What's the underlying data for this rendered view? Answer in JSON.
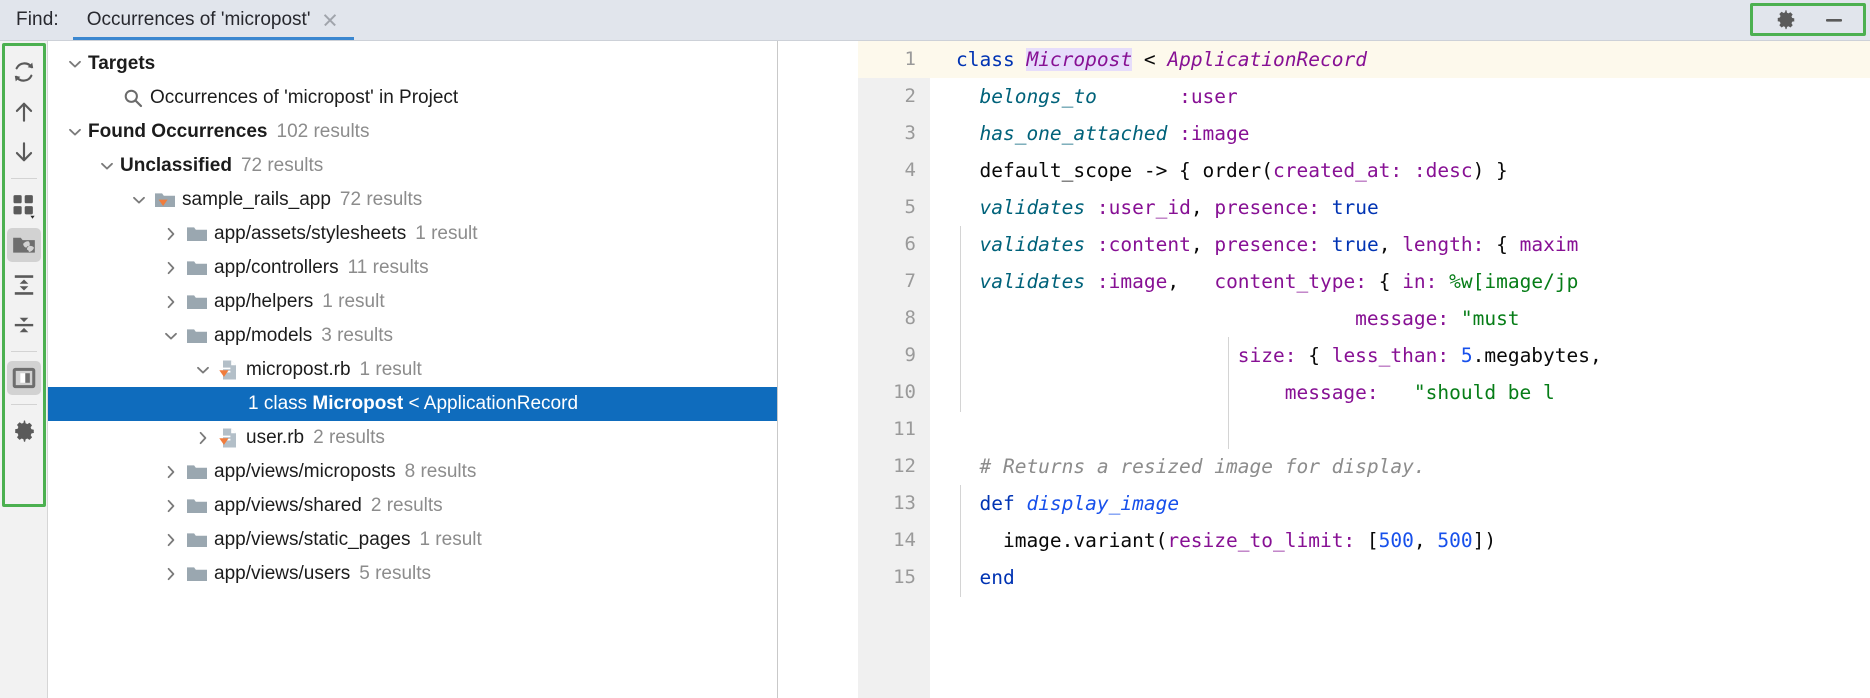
{
  "findbar": {
    "label": "Find:",
    "tab_title": "Occurrences of 'micropost'",
    "close_icon": "close-icon",
    "actions": [
      {
        "name": "settings-gear-button",
        "icon": "gear-icon"
      },
      {
        "name": "minimize-button",
        "icon": "minimize-icon"
      }
    ],
    "highlight_color": "#4cb050",
    "tab_underline_color": "#3b87d0"
  },
  "left_toolbar": {
    "highlight_color": "#4cb050",
    "buttons": [
      {
        "name": "rerun-search-button",
        "icon": "refresh-icon",
        "selected": false
      },
      {
        "name": "previous-occurrence-button",
        "icon": "arrow-up-icon",
        "selected": false
      },
      {
        "name": "next-occurrence-button",
        "icon": "arrow-down-icon",
        "selected": false
      },
      {
        "name": "separator-1",
        "icon": "separator",
        "selected": false
      },
      {
        "name": "group-by-button",
        "icon": "grid-dropdown-icon",
        "selected": false
      },
      {
        "name": "filter-results-button",
        "icon": "folder-filter-icon",
        "selected": true
      },
      {
        "name": "expand-all-button",
        "icon": "expand-all-icon",
        "selected": false
      },
      {
        "name": "collapse-all-button",
        "icon": "collapse-all-icon",
        "selected": false
      },
      {
        "name": "separator-2",
        "icon": "separator",
        "selected": false
      },
      {
        "name": "preview-panel-button",
        "icon": "preview-panel-icon",
        "selected": true
      },
      {
        "name": "separator-3",
        "icon": "separator",
        "selected": false
      },
      {
        "name": "settings-button",
        "icon": "gear-icon",
        "selected": false
      }
    ]
  },
  "results_tree": {
    "selection_color": "#0f6cbd",
    "rows": [
      {
        "name": "tree-node-targets",
        "indent": 0,
        "twisty": "expanded",
        "icon": "none",
        "label": "Targets",
        "bold": true,
        "count": "",
        "selected": false
      },
      {
        "name": "tree-node-occurrences-target",
        "indent": 1,
        "twisty": "none",
        "icon": "search-icon",
        "label": "Occurrences of 'micropost' in Project",
        "bold": false,
        "count": "",
        "selected": false
      },
      {
        "name": "tree-node-found-occurrences",
        "indent": 0,
        "twisty": "expanded",
        "icon": "none",
        "label": "Found Occurrences",
        "bold": true,
        "count": "102 results",
        "selected": false
      },
      {
        "name": "tree-node-unclassified",
        "indent": 1,
        "twisty": "expanded",
        "icon": "none",
        "label": "Unclassified",
        "bold": true,
        "count": "72 results",
        "selected": false
      },
      {
        "name": "tree-node-sample-rails-app",
        "indent": 2,
        "twisty": "expanded",
        "icon": "module-folder-icon",
        "label": "sample_rails_app",
        "bold": false,
        "count": "72 results",
        "selected": false
      },
      {
        "name": "tree-node-app-assets-stylesheets",
        "indent": 3,
        "twisty": "collapsed",
        "icon": "folder-icon",
        "label": "app/assets/stylesheets",
        "bold": false,
        "count": "1 result",
        "selected": false
      },
      {
        "name": "tree-node-app-controllers",
        "indent": 3,
        "twisty": "collapsed",
        "icon": "folder-icon",
        "label": "app/controllers",
        "bold": false,
        "count": "11 results",
        "selected": false
      },
      {
        "name": "tree-node-app-helpers",
        "indent": 3,
        "twisty": "collapsed",
        "icon": "folder-icon",
        "label": "app/helpers",
        "bold": false,
        "count": "1 result",
        "selected": false
      },
      {
        "name": "tree-node-app-models",
        "indent": 3,
        "twisty": "expanded",
        "icon": "folder-icon",
        "label": "app/models",
        "bold": false,
        "count": "3 results",
        "selected": false
      },
      {
        "name": "tree-node-micropost-rb",
        "indent": 4,
        "twisty": "expanded",
        "icon": "ruby-file-icon",
        "label": "micropost.rb",
        "bold": false,
        "count": "1 result",
        "selected": false
      },
      {
        "name": "tree-node-match-micropost-class",
        "indent": 5,
        "twisty": "none",
        "icon": "none",
        "label": "",
        "bold": false,
        "count": "",
        "selected": true,
        "match_prefix": "1 class ",
        "match_term": "Micropost",
        "match_suffix": " < ApplicationRecord"
      },
      {
        "name": "tree-node-user-rb",
        "indent": 4,
        "twisty": "collapsed",
        "icon": "ruby-file-icon",
        "label": "user.rb",
        "bold": false,
        "count": "2 results",
        "selected": false
      },
      {
        "name": "tree-node-app-views-microposts",
        "indent": 3,
        "twisty": "collapsed",
        "icon": "folder-icon",
        "label": "app/views/microposts",
        "bold": false,
        "count": "8 results",
        "selected": false
      },
      {
        "name": "tree-node-app-views-shared",
        "indent": 3,
        "twisty": "collapsed",
        "icon": "folder-icon",
        "label": "app/views/shared",
        "bold": false,
        "count": "2 results",
        "selected": false
      },
      {
        "name": "tree-node-app-views-static-pages",
        "indent": 3,
        "twisty": "collapsed",
        "icon": "folder-icon",
        "label": "app/views/static_pages",
        "bold": false,
        "count": "1 result",
        "selected": false
      },
      {
        "name": "tree-node-app-views-users",
        "indent": 3,
        "twisty": "collapsed",
        "icon": "folder-icon",
        "label": "app/views/users",
        "bold": false,
        "count": "5 results",
        "selected": false
      }
    ]
  },
  "editor_preview": {
    "caret_line": 1,
    "caret_line_bg": "#fdf9ec",
    "match_highlight_color": "#e6ddfb",
    "lines": [
      {
        "n": "1",
        "caret": true,
        "tokens": [
          {
            "t": "class ",
            "c": "tok-kw"
          },
          {
            "t": "Micropost",
            "c": "tok-cls hl-match"
          },
          {
            "t": " < ",
            "c": "tok-ident"
          },
          {
            "t": "ApplicationRecord",
            "c": "tok-cls"
          }
        ]
      },
      {
        "n": "2",
        "caret": false,
        "tokens": [
          {
            "t": "  ",
            "c": "tok-ident"
          },
          {
            "t": "belongs_to",
            "c": "tok-method"
          },
          {
            "t": "       ",
            "c": "tok-ident"
          },
          {
            "t": ":user",
            "c": "tok-sym"
          }
        ]
      },
      {
        "n": "3",
        "caret": false,
        "tokens": [
          {
            "t": "  ",
            "c": "tok-ident"
          },
          {
            "t": "has_one_attached",
            "c": "tok-method"
          },
          {
            "t": " ",
            "c": "tok-ident"
          },
          {
            "t": ":image",
            "c": "tok-sym"
          }
        ]
      },
      {
        "n": "4",
        "caret": false,
        "tokens": [
          {
            "t": "  default_scope -> { order(",
            "c": "tok-ident"
          },
          {
            "t": "created_at:",
            "c": "tok-sym"
          },
          {
            "t": " ",
            "c": "tok-ident"
          },
          {
            "t": ":desc",
            "c": "tok-sym"
          },
          {
            "t": ") }",
            "c": "tok-ident"
          }
        ]
      },
      {
        "n": "5",
        "caret": false,
        "tokens": [
          {
            "t": "  ",
            "c": "tok-ident"
          },
          {
            "t": "validates",
            "c": "tok-method"
          },
          {
            "t": " ",
            "c": "tok-ident"
          },
          {
            "t": ":user_id",
            "c": "tok-sym"
          },
          {
            "t": ", ",
            "c": "tok-ident"
          },
          {
            "t": "presence:",
            "c": "tok-sym"
          },
          {
            "t": " ",
            "c": "tok-ident"
          },
          {
            "t": "true",
            "c": "tok-bool"
          }
        ]
      },
      {
        "n": "6",
        "caret": false,
        "tokens": [
          {
            "t": "  ",
            "c": "tok-ident"
          },
          {
            "t": "validates",
            "c": "tok-method"
          },
          {
            "t": " ",
            "c": "tok-ident"
          },
          {
            "t": ":content",
            "c": "tok-sym"
          },
          {
            "t": ", ",
            "c": "tok-ident"
          },
          {
            "t": "presence:",
            "c": "tok-sym"
          },
          {
            "t": " ",
            "c": "tok-ident"
          },
          {
            "t": "true",
            "c": "tok-bool"
          },
          {
            "t": ", ",
            "c": "tok-ident"
          },
          {
            "t": "length:",
            "c": "tok-sym"
          },
          {
            "t": " { ",
            "c": "tok-ident"
          },
          {
            "t": "maxim",
            "c": "tok-sym"
          }
        ]
      },
      {
        "n": "7",
        "caret": false,
        "tokens": [
          {
            "t": "  ",
            "c": "tok-ident"
          },
          {
            "t": "validates",
            "c": "tok-method"
          },
          {
            "t": " ",
            "c": "tok-ident"
          },
          {
            "t": ":image",
            "c": "tok-sym"
          },
          {
            "t": ",   ",
            "c": "tok-ident"
          },
          {
            "t": "content_type:",
            "c": "tok-sym"
          },
          {
            "t": " { ",
            "c": "tok-ident"
          },
          {
            "t": "in:",
            "c": "tok-sym"
          },
          {
            "t": " ",
            "c": "tok-ident"
          },
          {
            "t": "%w[image/jp",
            "c": "tok-str"
          }
        ]
      },
      {
        "n": "8",
        "caret": false,
        "tokens": [
          {
            "t": "                                  ",
            "c": "tok-ident"
          },
          {
            "t": "message:",
            "c": "tok-sym"
          },
          {
            "t": " ",
            "c": "tok-ident"
          },
          {
            "t": "\"must ",
            "c": "tok-str"
          }
        ]
      },
      {
        "n": "9",
        "caret": false,
        "tokens": [
          {
            "t": "                        ",
            "c": "tok-ident"
          },
          {
            "t": "size:",
            "c": "tok-sym"
          },
          {
            "t": " { ",
            "c": "tok-ident"
          },
          {
            "t": "less_than:",
            "c": "tok-sym"
          },
          {
            "t": " ",
            "c": "tok-ident"
          },
          {
            "t": "5",
            "c": "tok-num"
          },
          {
            "t": ".megabytes,",
            "c": "tok-ident"
          }
        ]
      },
      {
        "n": "10",
        "caret": false,
        "tokens": [
          {
            "t": "                            ",
            "c": "tok-ident"
          },
          {
            "t": "message:",
            "c": "tok-sym"
          },
          {
            "t": "   ",
            "c": "tok-ident"
          },
          {
            "t": "\"should be l",
            "c": "tok-str"
          }
        ]
      },
      {
        "n": "11",
        "caret": false,
        "tokens": [
          {
            "t": "",
            "c": "tok-ident"
          }
        ]
      },
      {
        "n": "12",
        "caret": false,
        "tokens": [
          {
            "t": "  # Returns a resized image for display.",
            "c": "tok-cmt"
          }
        ]
      },
      {
        "n": "13",
        "caret": false,
        "tokens": [
          {
            "t": "  ",
            "c": "tok-ident"
          },
          {
            "t": "def ",
            "c": "tok-def"
          },
          {
            "t": "display_image",
            "c": "tok-defname"
          }
        ]
      },
      {
        "n": "14",
        "caret": false,
        "tokens": [
          {
            "t": "    image.variant(",
            "c": "tok-ident"
          },
          {
            "t": "resize_to_limit:",
            "c": "tok-sym"
          },
          {
            "t": " [",
            "c": "tok-ident"
          },
          {
            "t": "500",
            "c": "tok-num"
          },
          {
            "t": ", ",
            "c": "tok-ident"
          },
          {
            "t": "500",
            "c": "tok-num"
          },
          {
            "t": "])",
            "c": "tok-ident"
          }
        ]
      },
      {
        "n": "15",
        "caret": false,
        "tokens": [
          {
            "t": "  ",
            "c": "tok-ident"
          },
          {
            "t": "end",
            "c": "tok-kw"
          }
        ]
      }
    ]
  }
}
